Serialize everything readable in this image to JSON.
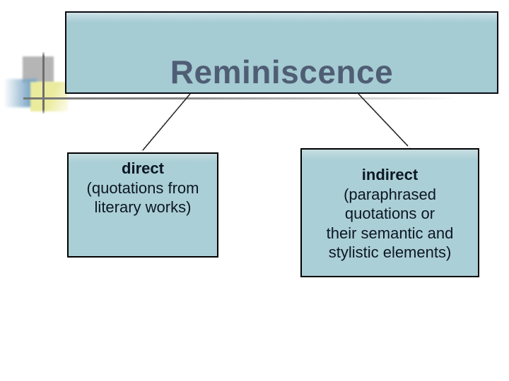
{
  "slide": {
    "background_color": "#ffffff",
    "title_box": {
      "label": "Reminiscence",
      "fill_color": "#a5cbd3",
      "text_color": "#4f5e74",
      "border_color": "#0a0a14"
    },
    "nodes": [
      {
        "id": "direct",
        "title": "direct",
        "body": "(quotations from literary works)",
        "body_lines": [
          "(quotations from",
          "literary works)"
        ]
      },
      {
        "id": "indirect",
        "title": "indirect",
        "body": "(paraphrased quotations or their semantic and stylistic elements)",
        "body_lines": [
          "(paraphrased",
          "quotations or",
          "their semantic and",
          "stylistic elements)"
        ]
      }
    ],
    "node_style": {
      "fill_color": "#abcfd6",
      "text_color": "#0c1624",
      "border_color": "#000000"
    },
    "connectors": [
      {
        "from": "title",
        "to": "direct"
      },
      {
        "from": "title",
        "to": "indirect"
      }
    ],
    "decor": {
      "gray_square_color": "#b5b5b5",
      "blue_square_color": "#7ba7c6",
      "yellow_square_color": "#ebeb9e",
      "rule_line_color": "#767676",
      "connector_color": "#1a1a1a"
    }
  }
}
